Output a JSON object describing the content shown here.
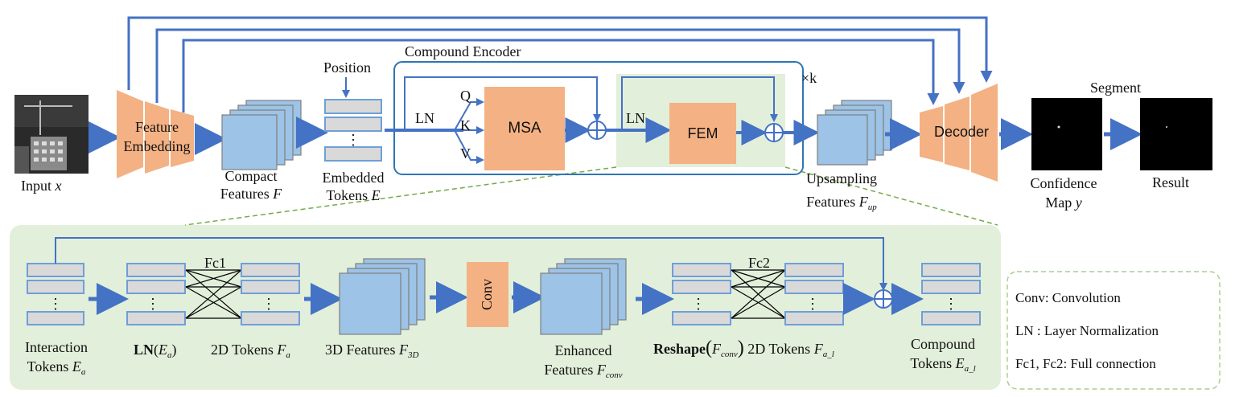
{
  "top": {
    "input_label": "Input",
    "input_var": "x",
    "feature_embedding": [
      "Feature",
      "Embedding"
    ],
    "compact_features": "Compact",
    "compact_features_2": "Features",
    "compact_var": "F",
    "position": "Position",
    "embedded_tokens": "Embedded",
    "embedded_tokens_2": "Tokens",
    "embedded_var": "E",
    "compound_encoder": "Compound Encoder",
    "ln1": "LN",
    "q": "Q",
    "k": "K",
    "v": "V",
    "msa": "MSA",
    "ln2": "LN",
    "fem": "FEM",
    "repeat": "×k",
    "upsampling": "Upsampling",
    "upsampling_2": "Features",
    "up_var": "F",
    "up_sub": "up",
    "decoder": "Decoder",
    "segment": "Segment",
    "confidence": "Confidence",
    "confidence_2": "Map",
    "confidence_var": "y",
    "result": "Result"
  },
  "bottom": {
    "interaction": "Interaction",
    "interaction_2": "Tokens",
    "interaction_var": "E",
    "interaction_sub": "a",
    "ln_fn": "LN",
    "ln_arg": "E",
    "ln_sub": "a",
    "fc1": "Fc1",
    "tokens2d": "2D Tokens",
    "tokens2d_var": "F",
    "tokens2d_sub": "a",
    "features3d": "3D Features",
    "features3d_var": "F",
    "features3d_sub": "3D",
    "conv": "Conv",
    "enhanced": "Enhanced",
    "enhanced_2": "Features",
    "enhanced_var": "F",
    "enhanced_sub": "conv",
    "fc2": "Fc2",
    "reshape_fn": "Reshape",
    "reshape_arg": "F",
    "reshape_sub": "conv",
    "tokens2d_b": "2D Tokens",
    "tokens2d_b_var": "F",
    "tokens2d_b_sub": "a_l",
    "compound": "Compound",
    "compound_2": "Tokens",
    "compound_var": "E",
    "compound_sub": "a_l"
  },
  "legend": {
    "conv": "Conv:  Convolution",
    "ln": "LN :  Layer Normalization",
    "fc": "Fc1, Fc2:   Full connection"
  },
  "colors": {
    "arrow": "#4472c4",
    "orange": "#f4b183",
    "blue_fill": "#9dc3e6",
    "token_fill": "#d9d9d9",
    "green_bg": "#e2efda",
    "green_border": "#a9d18e"
  }
}
